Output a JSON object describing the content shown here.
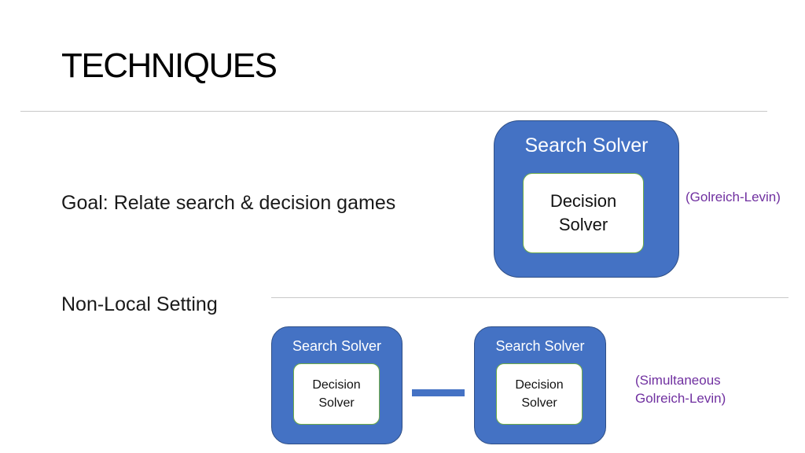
{
  "slide": {
    "title": "TECHNIQUES",
    "goal": "Goal: Relate search & decision games",
    "non_local": "Non-Local Setting"
  },
  "top_diagram": {
    "outer_label": "Search Solver",
    "inner_line1": "Decision",
    "inner_line2": "Solver",
    "note": "(Golreich-Levin)"
  },
  "bottom_diagram": {
    "left": {
      "outer_label": "Search Solver",
      "inner_line1": "Decision",
      "inner_line2": "Solver"
    },
    "right": {
      "outer_label": "Search Solver",
      "inner_line1": "Decision",
      "inner_line2": "Solver"
    },
    "note_line1": "(Simultaneous",
    "note_line2": "Golreich-Levin)"
  },
  "colors": {
    "box_fill": "#4472c4",
    "inner_border": "#70ad47",
    "note_text": "#7030a0",
    "rule": "#c8c8c8"
  }
}
